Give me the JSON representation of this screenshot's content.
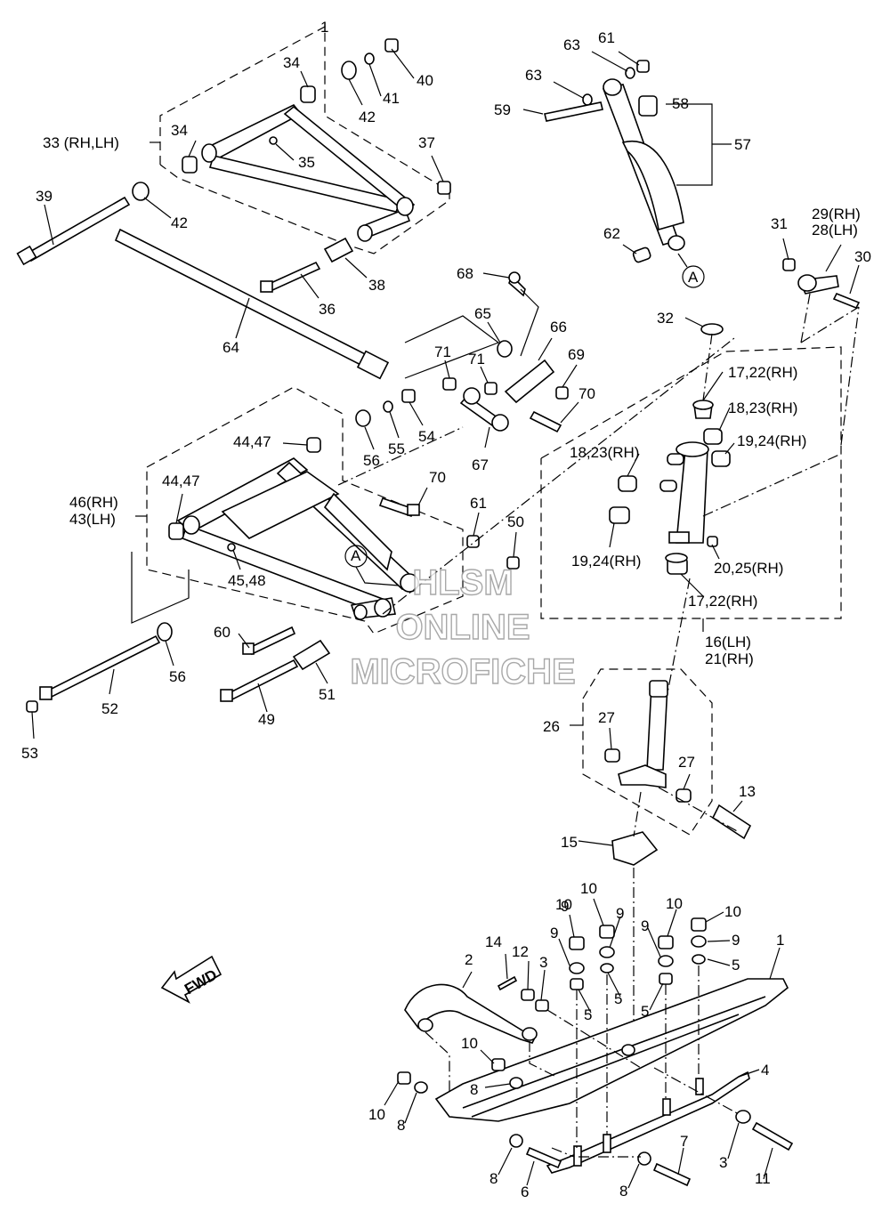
{
  "labels": [
    {
      "id": "l1a",
      "text": "1"
    },
    {
      "id": "l34a",
      "text": "34"
    },
    {
      "id": "l40",
      "text": "40"
    },
    {
      "id": "l41",
      "text": "41"
    },
    {
      "id": "l42a",
      "text": "42"
    },
    {
      "id": "l33",
      "text": "33 (RH,LH)"
    },
    {
      "id": "l34b",
      "text": "34"
    },
    {
      "id": "l35",
      "text": "35"
    },
    {
      "id": "l37",
      "text": "37"
    },
    {
      "id": "l39",
      "text": "39"
    },
    {
      "id": "l42b",
      "text": "42"
    },
    {
      "id": "l38",
      "text": "38"
    },
    {
      "id": "l36",
      "text": "36"
    },
    {
      "id": "l64",
      "text": "64"
    },
    {
      "id": "l61a",
      "text": "61"
    },
    {
      "id": "l63a",
      "text": "63"
    },
    {
      "id": "l63b",
      "text": "63"
    },
    {
      "id": "l59",
      "text": "59"
    },
    {
      "id": "l58",
      "text": "58"
    },
    {
      "id": "l57",
      "text": "57"
    },
    {
      "id": "l62",
      "text": "62"
    },
    {
      "id": "lA1",
      "text": "A"
    },
    {
      "id": "l31",
      "text": "31"
    },
    {
      "id": "l29",
      "text": "29(RH)"
    },
    {
      "id": "l28",
      "text": "28(LH)"
    },
    {
      "id": "l30",
      "text": "30"
    },
    {
      "id": "l68",
      "text": "68"
    },
    {
      "id": "l65",
      "text": "65"
    },
    {
      "id": "l66",
      "text": "66"
    },
    {
      "id": "l71a",
      "text": "71"
    },
    {
      "id": "l71b",
      "text": "71"
    },
    {
      "id": "l69",
      "text": "69"
    },
    {
      "id": "l70a",
      "text": "70"
    },
    {
      "id": "l32",
      "text": "32"
    },
    {
      "id": "l17a",
      "text": "17,22(RH)"
    },
    {
      "id": "l18a",
      "text": "18,23(RH)"
    },
    {
      "id": "l19a",
      "text": "19,24(RH)"
    },
    {
      "id": "l18b",
      "text": "18,23(RH)"
    },
    {
      "id": "l19b",
      "text": "19,24(RH)"
    },
    {
      "id": "l20",
      "text": "20,25(RH)"
    },
    {
      "id": "l17b",
      "text": "17,22(RH)"
    },
    {
      "id": "l16",
      "text": "16(LH)"
    },
    {
      "id": "l21",
      "text": "21(RH)"
    },
    {
      "id": "l44a",
      "text": "44,47"
    },
    {
      "id": "l56a",
      "text": "56"
    },
    {
      "id": "l55",
      "text": "55"
    },
    {
      "id": "l54",
      "text": "54"
    },
    {
      "id": "l67",
      "text": "67"
    },
    {
      "id": "l44b",
      "text": "44,47"
    },
    {
      "id": "l46",
      "text": "46(RH)"
    },
    {
      "id": "l43",
      "text": "43(LH)"
    },
    {
      "id": "l70b",
      "text": "70"
    },
    {
      "id": "l61b",
      "text": "61"
    },
    {
      "id": "l50",
      "text": "50"
    },
    {
      "id": "l45",
      "text": "45,48"
    },
    {
      "id": "lA2",
      "text": "A"
    },
    {
      "id": "l60",
      "text": "60"
    },
    {
      "id": "l56b",
      "text": "56"
    },
    {
      "id": "l52",
      "text": "52"
    },
    {
      "id": "l53",
      "text": "53"
    },
    {
      "id": "l49",
      "text": "49"
    },
    {
      "id": "l51",
      "text": "51"
    },
    {
      "id": "l26",
      "text": "26"
    },
    {
      "id": "l27a",
      "text": "27"
    },
    {
      "id": "l27b",
      "text": "27"
    },
    {
      "id": "l13",
      "text": "13"
    },
    {
      "id": "l15",
      "text": "15"
    },
    {
      "id": "l10a",
      "text": "10"
    },
    {
      "id": "l10b",
      "text": "10"
    },
    {
      "id": "l10c",
      "text": "10"
    },
    {
      "id": "l10d",
      "text": "10"
    },
    {
      "id": "l9a",
      "text": "9"
    },
    {
      "id": "l9b",
      "text": "9"
    },
    {
      "id": "l9c",
      "text": "9"
    },
    {
      "id": "l9d",
      "text": "9"
    },
    {
      "id": "l9e",
      "text": "9"
    },
    {
      "id": "l1b",
      "text": "1"
    },
    {
      "id": "l14",
      "text": "14"
    },
    {
      "id": "l12",
      "text": "12"
    },
    {
      "id": "l3a",
      "text": "3"
    },
    {
      "id": "l2",
      "text": "2"
    },
    {
      "id": "l5a",
      "text": "5"
    },
    {
      "id": "l5b",
      "text": "5"
    },
    {
      "id": "l5c",
      "text": "5"
    },
    {
      "id": "l5d",
      "text": "5"
    },
    {
      "id": "l10e",
      "text": "10"
    },
    {
      "id": "l8a",
      "text": "8"
    },
    {
      "id": "l4",
      "text": "4"
    },
    {
      "id": "l10f",
      "text": "10"
    },
    {
      "id": "l8b",
      "text": "8"
    },
    {
      "id": "l3b",
      "text": "3"
    },
    {
      "id": "l11",
      "text": "11"
    },
    {
      "id": "l7",
      "text": "7"
    },
    {
      "id": "l8c",
      "text": "8"
    },
    {
      "id": "l6",
      "text": "6"
    },
    {
      "id": "l8d",
      "text": "8"
    }
  ],
  "watermark": {
    "line1": "HLSM",
    "line2": "ONLINE",
    "line3": "MICROFICHE"
  },
  "fwd_label": "FWD"
}
